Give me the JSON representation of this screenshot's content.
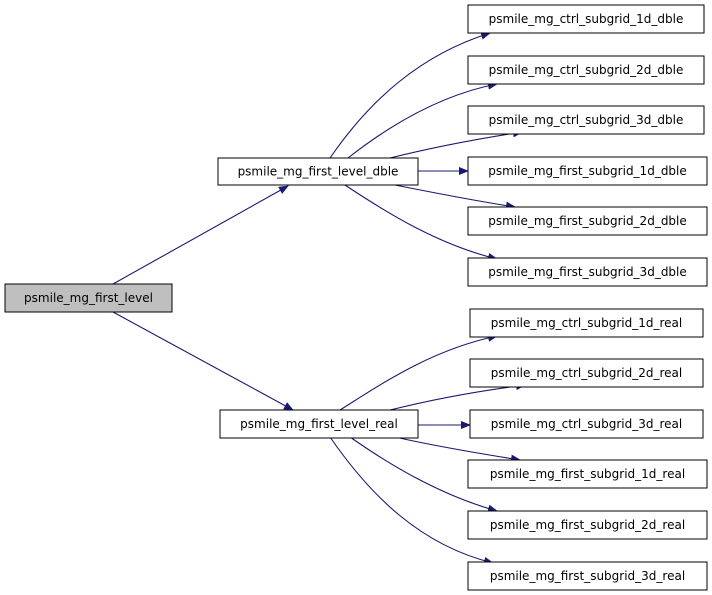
{
  "colors": {
    "edge": "#191970",
    "root_fill": "#bfbfbf",
    "node_fill": "#ffffff",
    "border": "#000000"
  },
  "nodes": {
    "root": "psmile_mg_first_level",
    "dble": "psmile_mg_first_level_dble",
    "real": "psmile_mg_first_level_real",
    "ctrl_1d_dble": "psmile_mg_ctrl_subgrid_1d_dble",
    "ctrl_2d_dble": "psmile_mg_ctrl_subgrid_2d_dble",
    "ctrl_3d_dble": "psmile_mg_ctrl_subgrid_3d_dble",
    "first_1d_dble": "psmile_mg_first_subgrid_1d_dble",
    "first_2d_dble": "psmile_mg_first_subgrid_2d_dble",
    "first_3d_dble": "psmile_mg_first_subgrid_3d_dble",
    "ctrl_1d_real": "psmile_mg_ctrl_subgrid_1d_real",
    "ctrl_2d_real": "psmile_mg_ctrl_subgrid_2d_real",
    "ctrl_3d_real": "psmile_mg_ctrl_subgrid_3d_real",
    "first_1d_real": "psmile_mg_first_subgrid_1d_real",
    "first_2d_real": "psmile_mg_first_subgrid_2d_real",
    "first_3d_real": "psmile_mg_first_subgrid_3d_real"
  },
  "edges": [
    [
      "root",
      "dble"
    ],
    [
      "root",
      "real"
    ],
    [
      "dble",
      "ctrl_1d_dble"
    ],
    [
      "dble",
      "ctrl_2d_dble"
    ],
    [
      "dble",
      "ctrl_3d_dble"
    ],
    [
      "dble",
      "first_1d_dble"
    ],
    [
      "dble",
      "first_2d_dble"
    ],
    [
      "dble",
      "first_3d_dble"
    ],
    [
      "real",
      "ctrl_1d_real"
    ],
    [
      "real",
      "ctrl_2d_real"
    ],
    [
      "real",
      "ctrl_3d_real"
    ],
    [
      "real",
      "first_1d_real"
    ],
    [
      "real",
      "first_2d_real"
    ],
    [
      "real",
      "first_3d_real"
    ]
  ]
}
